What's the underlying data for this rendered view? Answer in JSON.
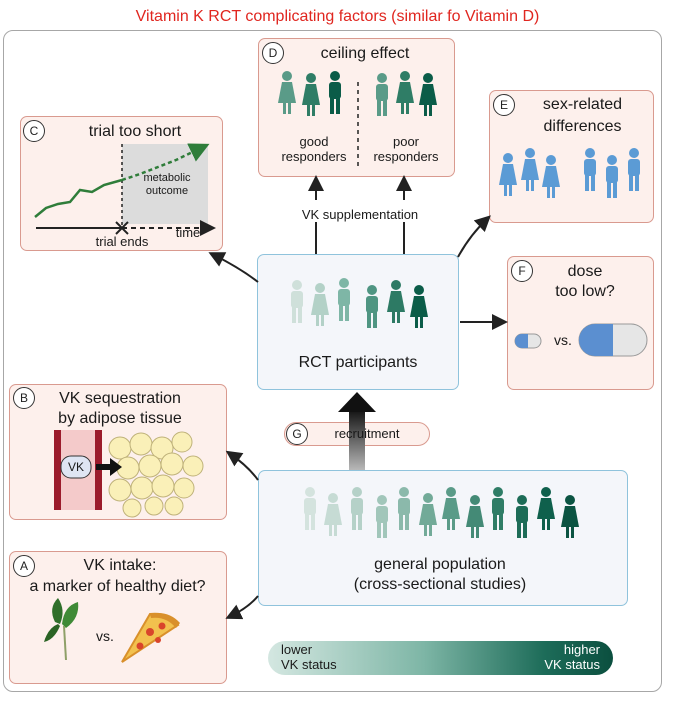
{
  "title": "Vitamin K RCT complicating factors (similar fo Vitamin D)",
  "panels": {
    "A": {
      "badge": "A",
      "line1": "VK intake:",
      "line2": "a marker of healthy diet?",
      "vs": "vs."
    },
    "B": {
      "badge": "B",
      "line1": "VK sequestration",
      "line2": "by adipose tissue",
      "vk_label": "VK"
    },
    "C": {
      "badge": "C",
      "title": "trial too short",
      "outcome1": "metabolic",
      "outcome2": "outcome",
      "trial_ends": "trial ends",
      "time": "time"
    },
    "D": {
      "badge": "D",
      "title": "ceiling effect",
      "good1": "good",
      "good2": "responders",
      "poor1": "poor",
      "poor2": "responders"
    },
    "E": {
      "badge": "E",
      "line1": "sex-related",
      "line2": "differences"
    },
    "F": {
      "badge": "F",
      "line1": "dose",
      "line2": "too low?",
      "vs": "vs."
    },
    "G": {
      "badge": "G",
      "label": "recruitment"
    }
  },
  "center": {
    "rct_label": "RCT participants",
    "supplementation": "VK supplementation"
  },
  "population": {
    "line1": "general population",
    "line2": "(cross-sectional studies)"
  },
  "status_bar": {
    "lower1": "lower",
    "lower2": "VK status",
    "higher1": "higher",
    "higher2": "VK status"
  },
  "colors": {
    "accent_red": "#e0261f",
    "box_border": "#d99a8f",
    "box_fill": "#fdf0ec",
    "blue_border": "#8fc3dc",
    "dark_green": "#0b5c48",
    "light_green": "#c7dcd6"
  }
}
